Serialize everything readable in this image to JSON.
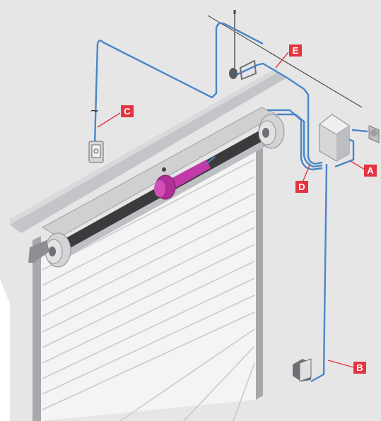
{
  "diagram": {
    "colors": {
      "background": "#e6e6e7",
      "wall": "#cfd0d2",
      "wire": "#4a86c8",
      "callout": "#e3343f",
      "motor": "#c23aa8",
      "door_slat": "#ffffff",
      "roller_dark": "#3b3b3d"
    },
    "callouts": [
      {
        "id": "A",
        "label": "A"
      },
      {
        "id": "B",
        "label": "B"
      },
      {
        "id": "C",
        "label": "C"
      },
      {
        "id": "D",
        "label": "D"
      },
      {
        "id": "E",
        "label": "E"
      }
    ],
    "components": {
      "mains_symbol": "~",
      "icons": [
        "antenna-icon",
        "control-unit-icon",
        "wall-switch-icon",
        "power-plug-icon",
        "photocell-icon",
        "tubular-motor-icon"
      ]
    }
  }
}
